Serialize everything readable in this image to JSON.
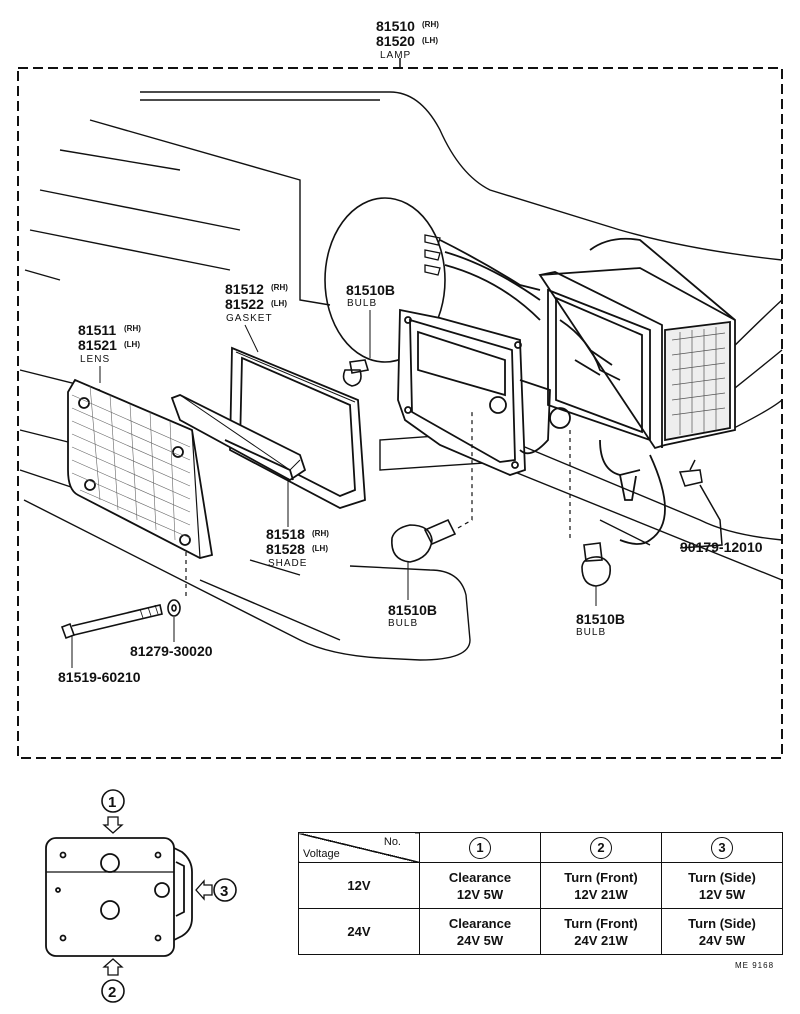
{
  "parts": {
    "lamp": {
      "rh": "81510",
      "lh": "81520",
      "rh_tag": "(RH)",
      "lh_tag": "(LH)",
      "desc": "LAMP"
    },
    "gasket": {
      "rh": "81512",
      "lh": "81522",
      "rh_tag": "(RH)",
      "lh_tag": "(LH)",
      "desc": "GASKET"
    },
    "lens": {
      "rh": "81511",
      "lh": "81521",
      "rh_tag": "(RH)",
      "lh_tag": "(LH)",
      "desc": "LENS"
    },
    "shade": {
      "rh": "81518",
      "lh": "81528",
      "rh_tag": "(RH)",
      "lh_tag": "(LH)",
      "desc": "SHADE"
    },
    "bulb_top": {
      "num": "81510B",
      "desc": "BULB"
    },
    "bulb_mid": {
      "num": "81510B",
      "desc": "BULB"
    },
    "bulb_right": {
      "num": "81510B",
      "desc": "BULB"
    },
    "clip": "90179-12010",
    "washer": "81279-30020",
    "screw": "81519-60210"
  },
  "views": {
    "arrow1": "1",
    "arrow2": "2",
    "arrow3": "3"
  },
  "table": {
    "no_label": "No.",
    "voltage_label": "Voltage",
    "columns": [
      "1",
      "2",
      "3"
    ],
    "rows": [
      {
        "voltage": "12V",
        "c1a": "Clearance",
        "c1b": "12V 5W",
        "c2a": "Turn (Front)",
        "c2b": "12V 21W",
        "c3a": "Turn (Side)",
        "c3b": "12V 5W"
      },
      {
        "voltage": "24V",
        "c1a": "Clearance",
        "c1b": "24V 5W",
        "c2a": "Turn (Front)",
        "c2b": "24V 21W",
        "c3a": "Turn (Side)",
        "c3b": "24V 5W"
      }
    ]
  },
  "code": "ME 9168"
}
